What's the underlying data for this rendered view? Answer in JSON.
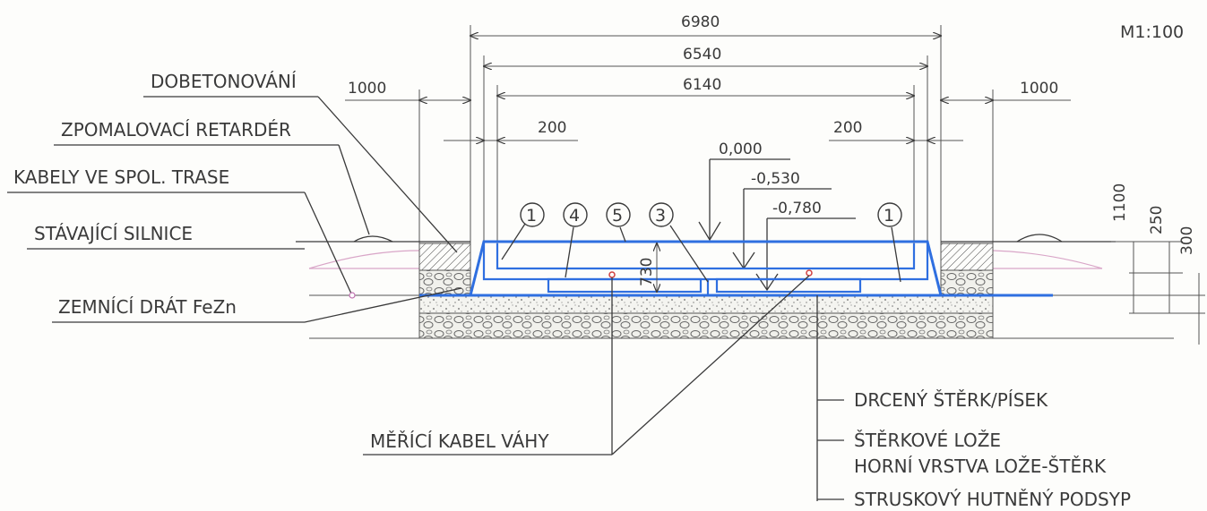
{
  "scale": "M1:100",
  "dimensions": {
    "d6980": "6980",
    "d6540": "6540",
    "d6140": "6140",
    "d1000_left": "1000",
    "d1000_right": "1000",
    "d200_left": "200",
    "d200_right": "200",
    "d730": "730",
    "d1100": "1100",
    "d250": "250",
    "d300": "300"
  },
  "levels": {
    "l0": "0,000",
    "l1": "-0,530",
    "l2": "-0,780"
  },
  "markers": {
    "m1a": "1",
    "m4": "4",
    "m5": "5",
    "m3": "3",
    "m1b": "1"
  },
  "labels": {
    "dobetonovani": "DOBETONOVÁNÍ",
    "retarder": "ZPOMALOVACÍ RETARDÉR",
    "kabely": "KABELY VE SPOL. TRASE",
    "silnice": "STÁVAJÍCÍ SILNICE",
    "zemnici": "ZEMNÍCÍ DRÁT FeZn",
    "merici": "MĚŘÍCÍ KABEL VÁHY",
    "drceny": "DRCENÝ ŠTĚRK/PÍSEK",
    "sterkove": "ŠTĚRKOVÉ LOŽE",
    "horni": "HORNÍ VRSTVA LOŽE-ŠTĚRK",
    "struskovy": "STRUSKOVÝ HUTNĚNÝ PODSYP"
  },
  "colors": {
    "line": "#3a3a3a",
    "structure": "#2f6fe0",
    "cable": "#d9a6c8"
  }
}
